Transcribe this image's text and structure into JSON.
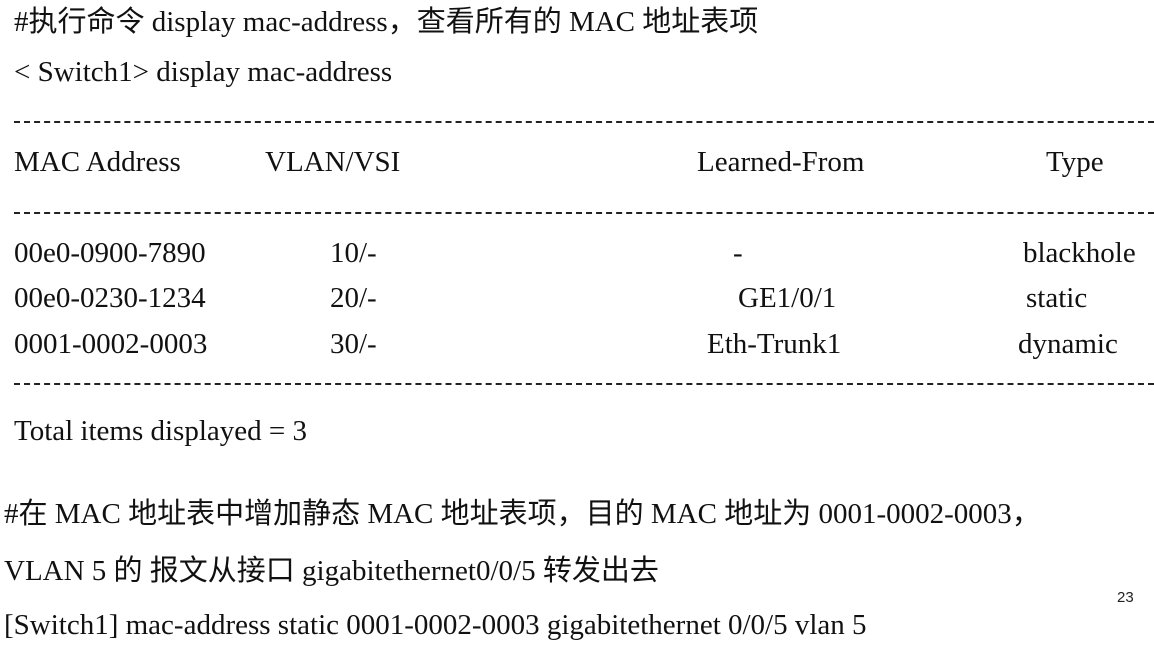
{
  "comment_1": "#执行命令 display mac-address，查看所有的 MAC 地址表项",
  "command_1": "< Switch1> display mac-address",
  "table": {
    "headers": [
      "MAC Address",
      "VLAN/VSI",
      "Learned-From",
      "Type"
    ],
    "rows": [
      [
        "00e0-0900-7890",
        "10/-",
        "-",
        "blackhole"
      ],
      [
        "00e0-0230-1234",
        "20/-",
        "GE1/0/1",
        "static"
      ],
      [
        "0001-0002-0003",
        "30/-",
        "Eth-Trunk1",
        "dynamic"
      ]
    ]
  },
  "total": "Total items displayed = 3",
  "comment_2": "#在 MAC 地址表中增加静态 MAC 地址表项，目的 MAC 地址为 0001-0002-0003，",
  "comment_3": "VLAN 5 的 报文从接口 gigabitethernet0/0/5 转发出去",
  "command_2": "[Switch1] mac-address static 0001-0002-0003 gigabitethernet 0/0/5 vlan 5",
  "page_number": "23"
}
